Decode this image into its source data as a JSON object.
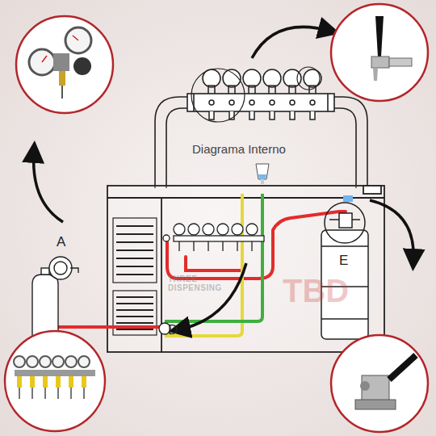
{
  "diagram": {
    "title": "Diagrama Interno",
    "labels": [
      "A",
      "E",
      "D",
      "THREE DISPENSING",
      "TBD"
    ]
  }
}
